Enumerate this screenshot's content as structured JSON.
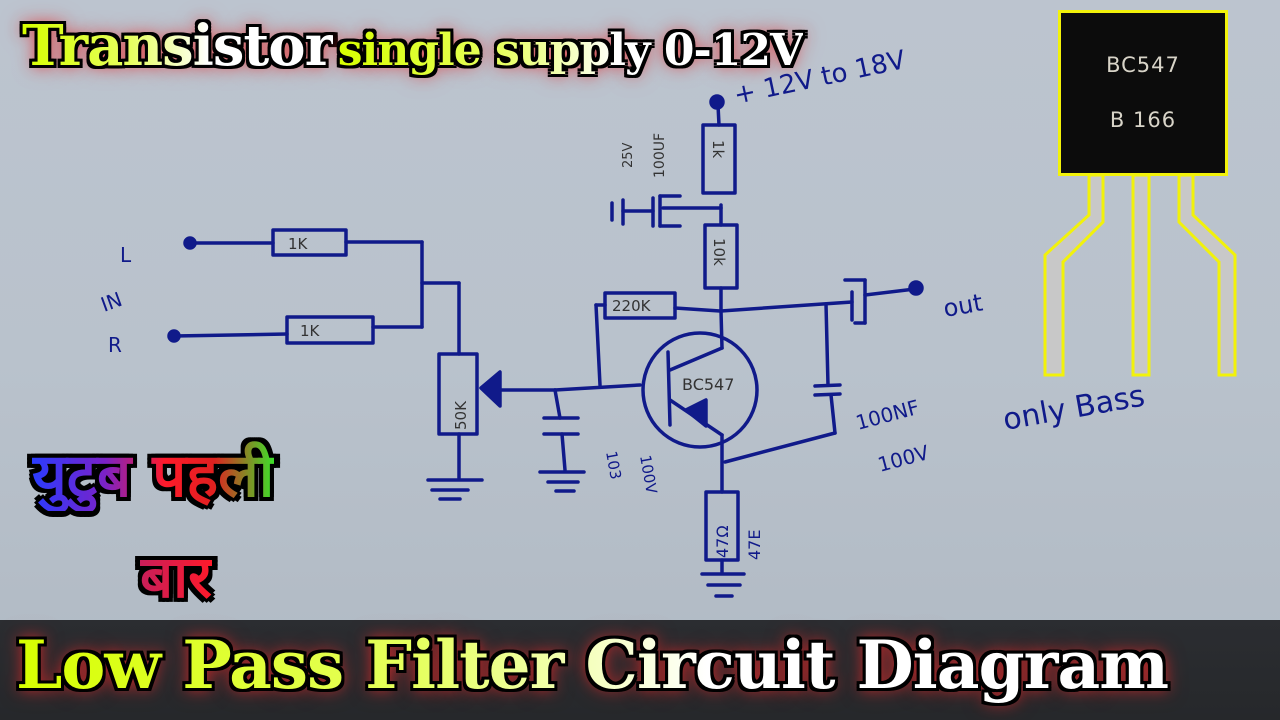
{
  "header": {
    "line1": "Transistor",
    "line2": "single supply 0-12V"
  },
  "hindi_caption": {
    "line1": "युटुब पहली",
    "line2": "बार"
  },
  "footer": {
    "title": "Low Pass Filter Circuit Diagram"
  },
  "chip": {
    "part_number": "BC547",
    "marking": "B 166",
    "outline_color": "#f2f20a"
  },
  "schematic": {
    "supply_label": "+ 12V to 18V",
    "input_labels": {
      "left": "L",
      "in": "IN",
      "right": "R"
    },
    "output_label": "out",
    "note": "only Bass",
    "components": {
      "r_in_left": "1K",
      "r_in_right": "1K",
      "pot": "50K",
      "r_feedback": "220K",
      "r_collector_top": "1k",
      "r_collector": "10k",
      "r_emitter": "47Ω",
      "r_emitter_note": "47E",
      "transistor": "BC547",
      "c_supply_value": "100UF",
      "c_supply_voltage": "25V",
      "c_base_value": "103",
      "c_base_voltage": "100V",
      "c_feedback_value": "100NF",
      "c_feedback_voltage": "100V"
    },
    "ink_color": "#101a8a"
  },
  "colors": {
    "background": "#b9c2cc",
    "title_yellow": "#d7ff00",
    "glow_red": "#e62828",
    "bottom_bar": "#2b2d31"
  }
}
